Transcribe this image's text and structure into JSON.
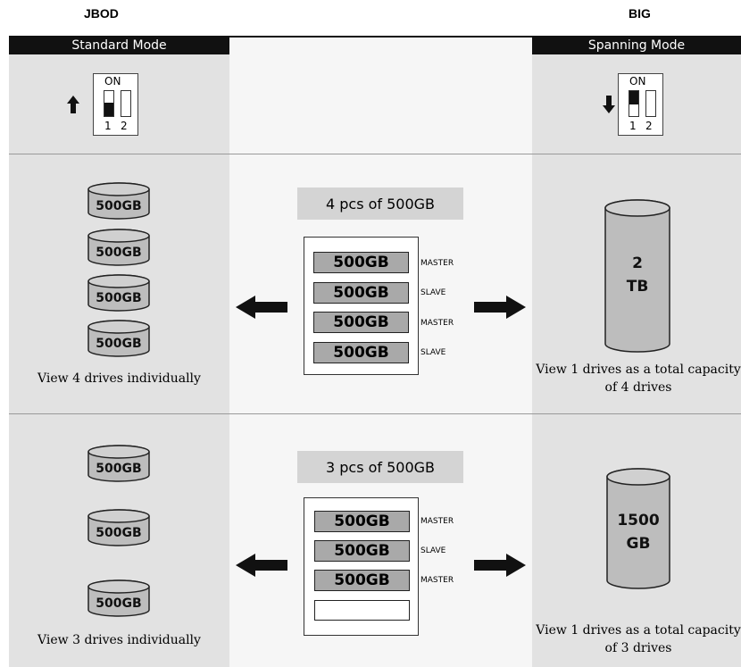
{
  "header": {
    "left_title": "JBOD",
    "right_title": "BIG",
    "left_mode": "Standard Mode",
    "right_mode": "Spanning Mode"
  },
  "switches": {
    "left": {
      "on_label": "ON",
      "num1": "1",
      "num2": "2",
      "arrow": "up-arrow-icon",
      "switch1_position": "down"
    },
    "right": {
      "on_label": "ON",
      "num1": "1",
      "num2": "2",
      "arrow": "down-arrow-icon",
      "switch1_position": "up"
    }
  },
  "row1": {
    "count_label": "4 pcs of 500GB",
    "left_disks": [
      "500GB",
      "500GB",
      "500GB",
      "500GB"
    ],
    "left_caption": "View 4 drives individually",
    "slots": [
      {
        "capacity": "500GB",
        "role": "MASTER"
      },
      {
        "capacity": "500GB",
        "role": "SLAVE"
      },
      {
        "capacity": "500GB",
        "role": "MASTER"
      },
      {
        "capacity": "500GB",
        "role": "SLAVE"
      }
    ],
    "big_line1": "2",
    "big_line2": "TB",
    "right_caption_line1": "View 1 drives as a total capacity",
    "right_caption_line2": "of 4 drives"
  },
  "row2": {
    "count_label": "3 pcs of 500GB",
    "left_disks": [
      "500GB",
      "500GB",
      "500GB"
    ],
    "left_caption": "View 3 drives individually",
    "slots": [
      {
        "capacity": "500GB",
        "role": "MASTER"
      },
      {
        "capacity": "500GB",
        "role": "SLAVE"
      },
      {
        "capacity": "500GB",
        "role": "MASTER"
      }
    ],
    "big_line1": "1500",
    "big_line2": "GB",
    "right_caption_line1": "View 1 drives as a total capacity",
    "right_caption_line2": "of 3 drives"
  },
  "colors": {
    "side_panel": "#e2e2e2",
    "middle_panel": "#f6f6f6",
    "slot_fill": "#a9a9a9",
    "disk_fill": "#bdbdbd",
    "header_bar": "#111111"
  }
}
